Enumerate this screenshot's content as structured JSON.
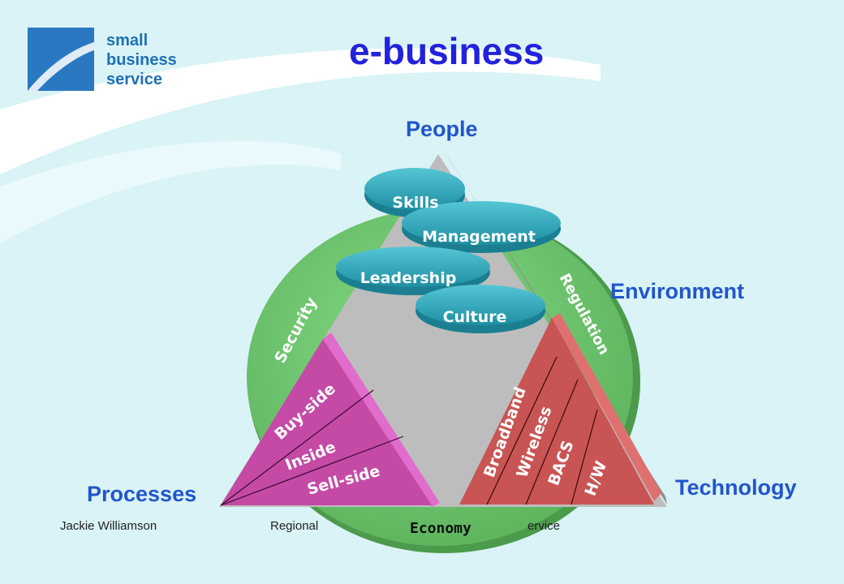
{
  "logo": {
    "line1": "small",
    "line2": "business",
    "line3": "service"
  },
  "title": "e-business",
  "corners": {
    "people": "People",
    "environment": "Environment",
    "processes": "Processes",
    "technology": "Technology"
  },
  "circle_labels": {
    "security": "Security",
    "regulation": "Regulation",
    "economy": "Economy"
  },
  "people_items": [
    "Skills",
    "Management",
    "Leadership",
    "Culture"
  ],
  "process_items": [
    "Buy-side",
    "Inside",
    "Sell-side"
  ],
  "technology_items": [
    "Broadband",
    "Wireless",
    "BACS",
    "H/W"
  ],
  "footer": {
    "author": "Jackie Williamson",
    "org_left": "Regional",
    "org_right": "ervice"
  },
  "colors": {
    "title": "#2222dd",
    "label": "#2255cc",
    "circle": "#6ec46e",
    "triangle": "#b9b9b9",
    "process": "#c44aa6",
    "technology": "#c95454",
    "disk": "#2fa3b8"
  }
}
